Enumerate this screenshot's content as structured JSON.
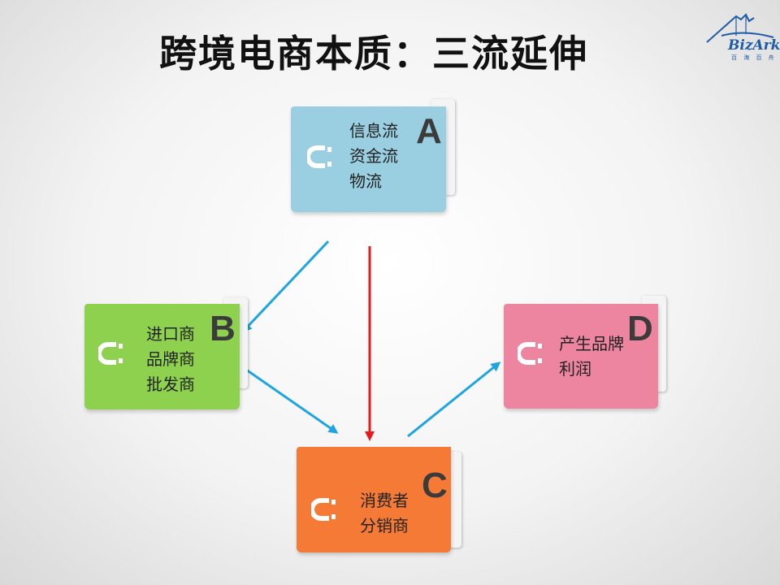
{
  "slide": {
    "title": "跨境电商本质：三流延伸"
  },
  "logo": {
    "name": "BizArk",
    "subtitle": "百 海 百 舟"
  },
  "cards": {
    "a": {
      "letter": "A",
      "lines": [
        "信息流",
        "资金流",
        "物流"
      ],
      "color": "#99cfe0"
    },
    "b": {
      "letter": "B",
      "lines": [
        "进口商",
        "品牌商",
        "批发商"
      ],
      "color": "#8dd14f"
    },
    "c": {
      "letter": "C",
      "lines": [
        "消费者",
        "分销商"
      ],
      "color": "#f47a36"
    },
    "d": {
      "letter": "D",
      "lines": [
        "产生品牌",
        "利润"
      ],
      "color": "#ed85a0"
    }
  },
  "arrow_colors": {
    "blue": "#1ea5e0",
    "red": "#e8191b"
  }
}
